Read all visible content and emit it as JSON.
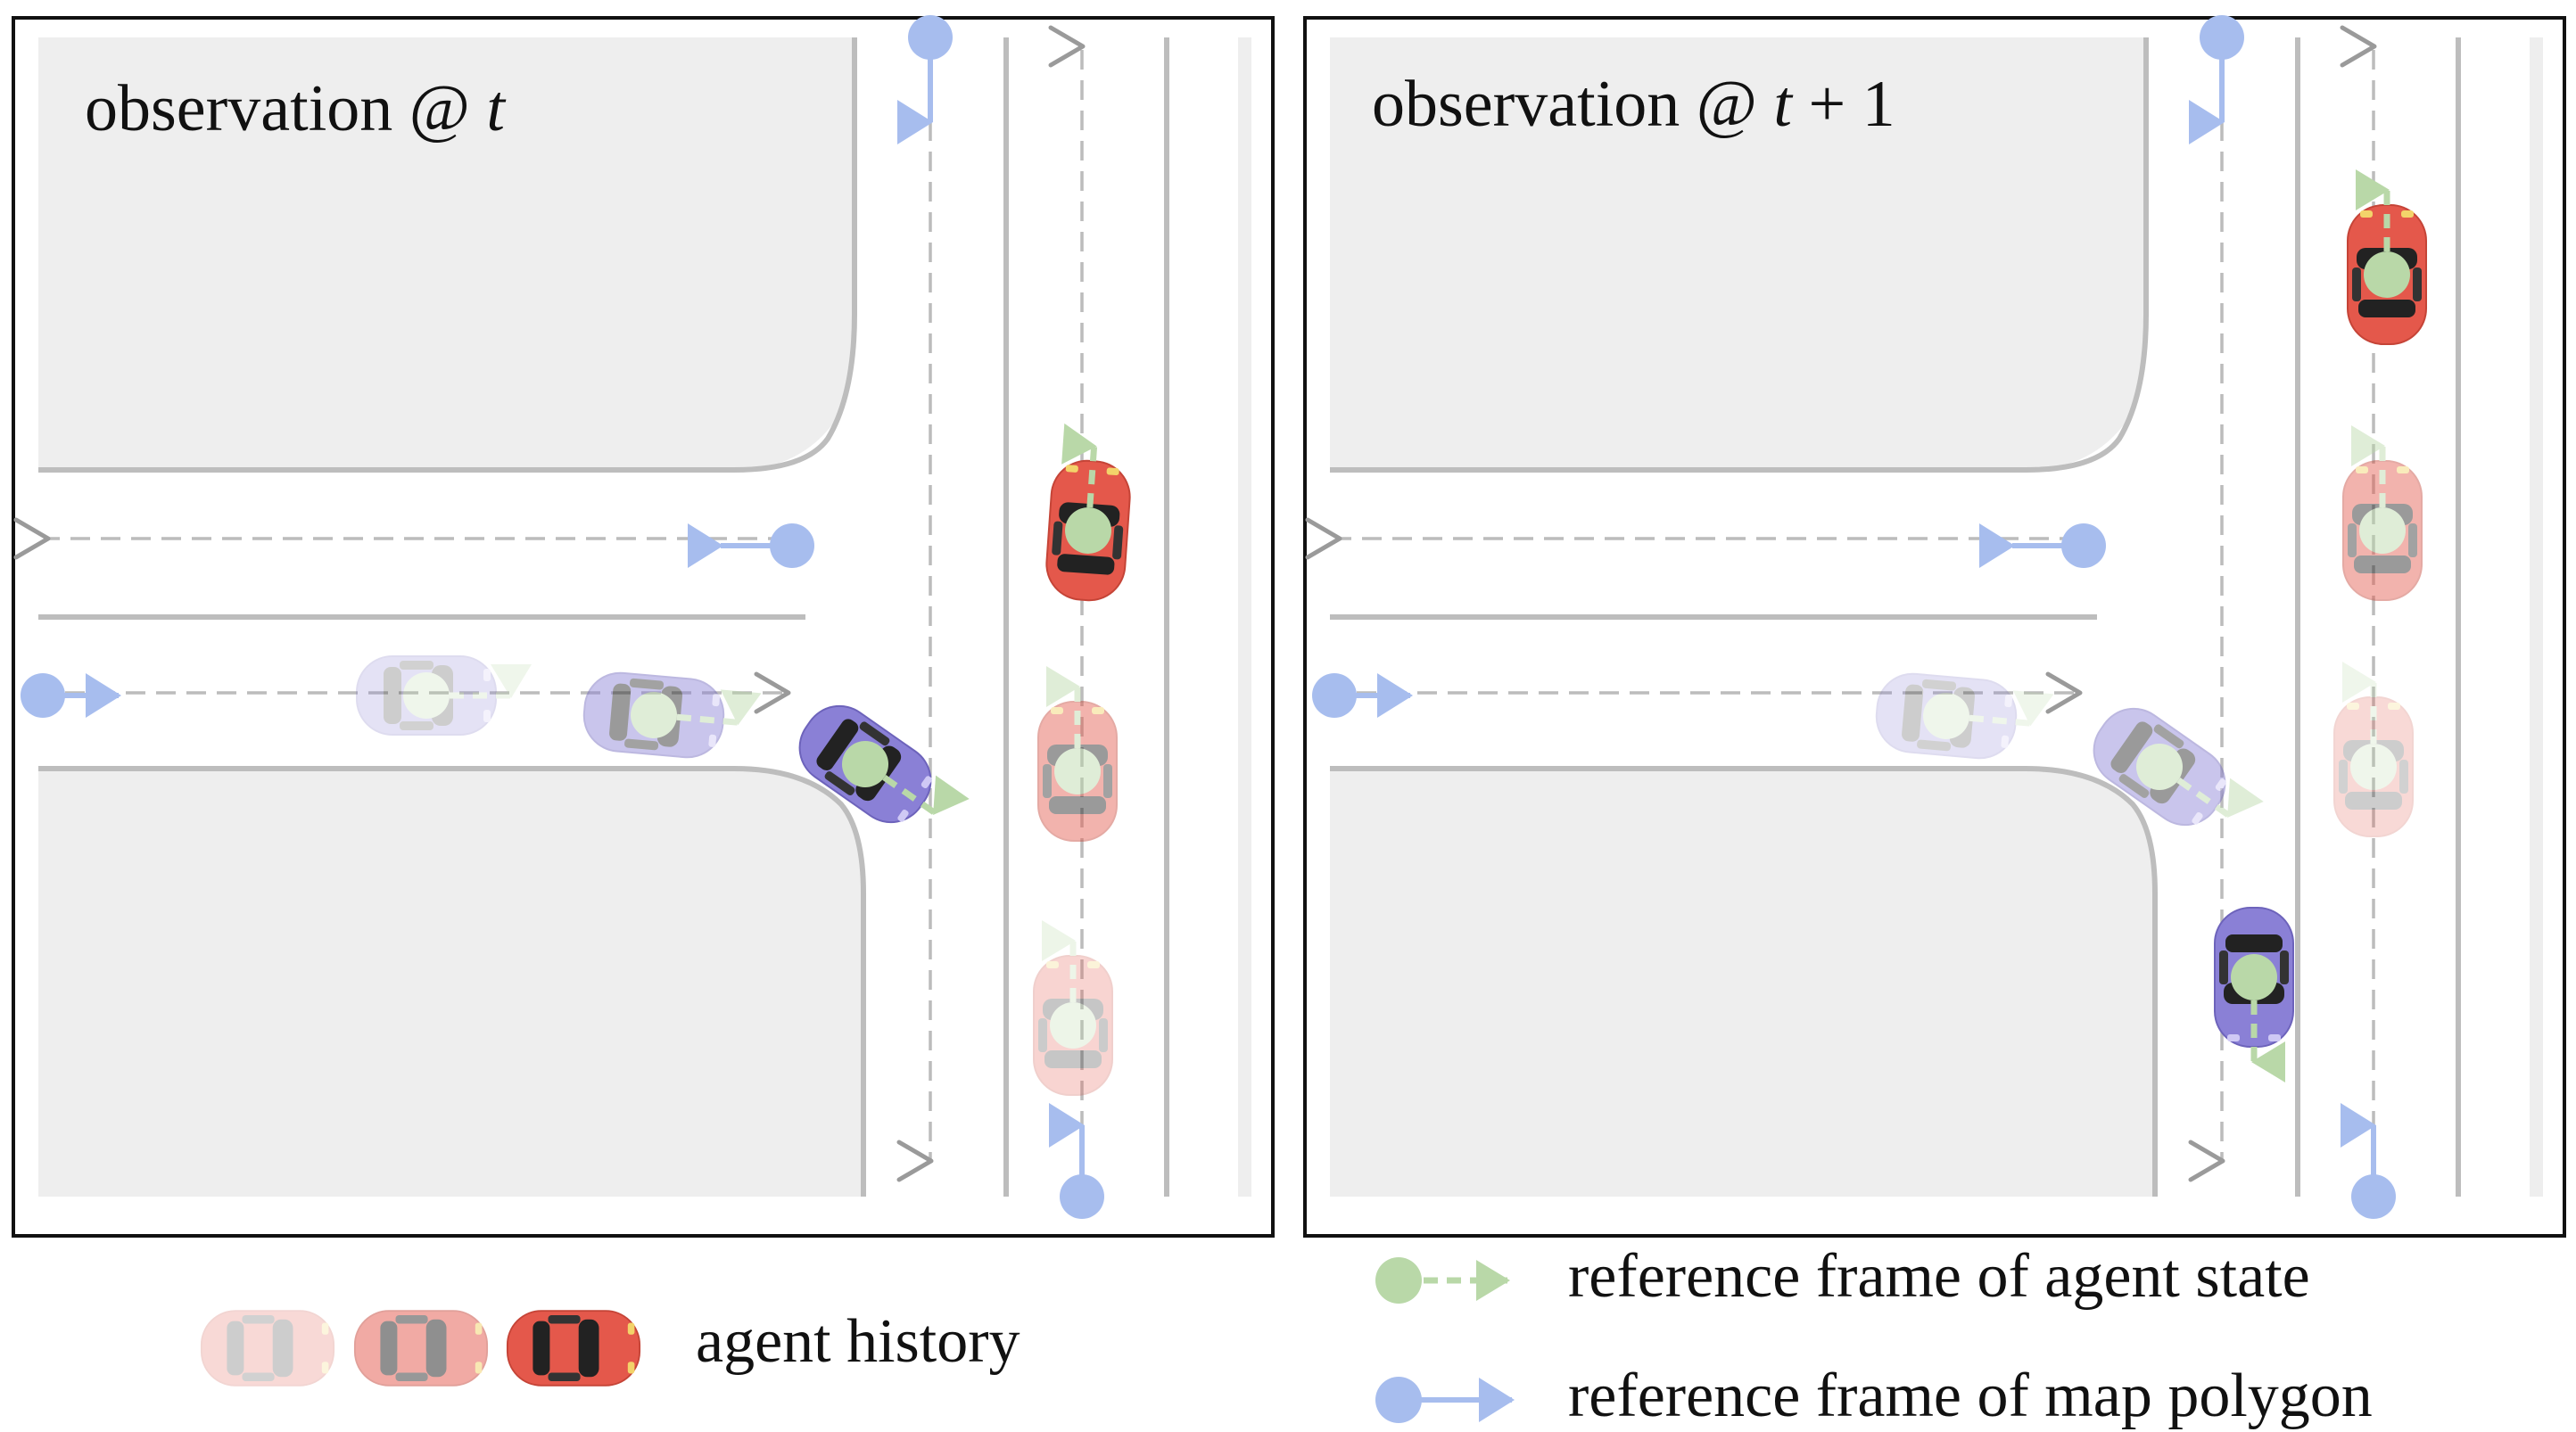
{
  "panels": [
    {
      "id": "t",
      "title_prefix": "observation @ ",
      "title_var": "t",
      "title_suffix": ""
    },
    {
      "id": "t1",
      "title_prefix": "observation @ ",
      "title_var": "t",
      "title_suffix": " + 1"
    }
  ],
  "legend": {
    "history_label": "agent history",
    "agent_frame_label": "reference frame of agent state",
    "map_frame_label": "reference frame of map polygon"
  },
  "colors": {
    "red_car": "#e4584b",
    "purple_car": "#8a80d6",
    "agent_frame": "#b9d8a8",
    "map_frame": "#a7bdee",
    "lane_line": "#b0b0b0",
    "curb": "#bdbdbd",
    "offroad": "#eeeeee"
  },
  "icons": [
    "red-car-icon",
    "purple-car-icon",
    "agent-frame-marker-icon",
    "map-frame-marker-icon"
  ]
}
